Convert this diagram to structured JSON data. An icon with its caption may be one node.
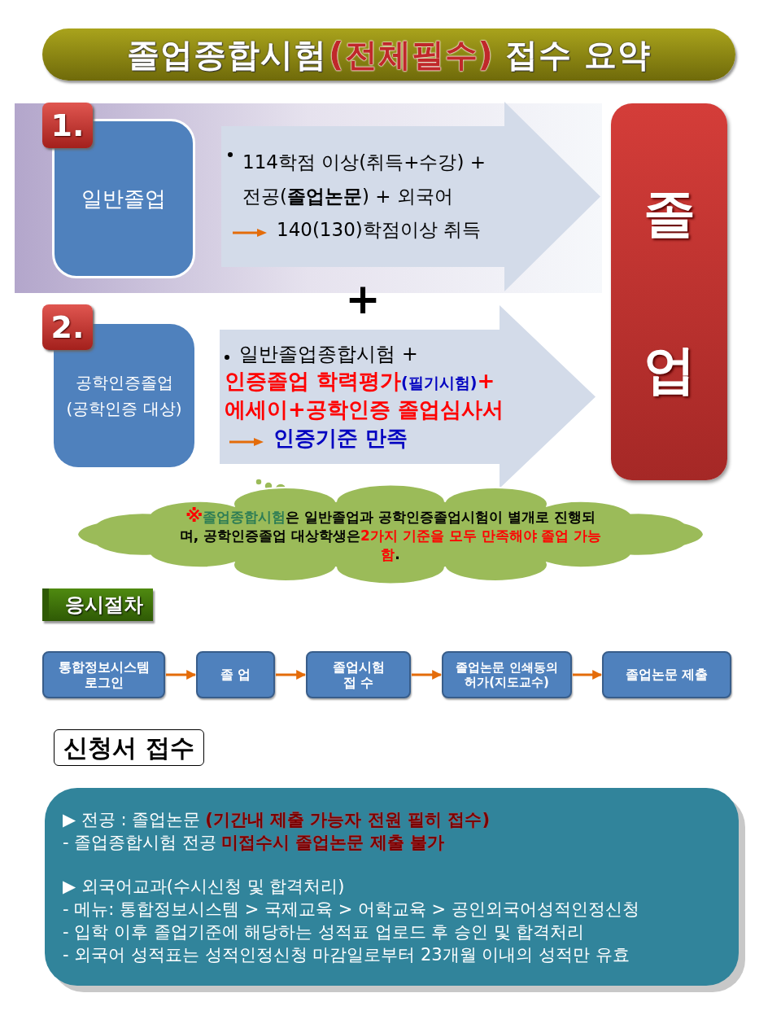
{
  "diagram": {
    "nodes": [
      {
        "text": [
          "졸업종합시험",
          "(전체필수)",
          "접수 요약"
        ]
      },
      {
        "text": [
          "1."
        ]
      },
      {
        "text": [
          "일반졸업"
        ]
      },
      {
        "text": [
          "114학점 이상(취득+수강) + 전공(**졸업논문**) + 외국어",
          "140(130)학점이상 취득"
        ]
      },
      {
        "text": [
          "2."
        ]
      },
      {
        "text": [
          "공학인증졸업 (공학인증 대상)"
        ]
      },
      {
        "text": [
          "일반졸업종합시험 +",
          "인증졸업 학력평가",
          "(필기시험)",
          "+",
          "에세이+공학인증 졸업심사서",
          "인증기준 만족"
        ]
      },
      {
        "text": [
          "졸",
          "업"
        ]
      },
      {
        "text": [
          "※",
          "졸업종합시험",
          "은 일반졸업과 공학인증졸업시험이 별개로 진행되며, 공학인증졸업 대상학생은",
          "2가지 기준을 모두 만족해야 졸업 가능함",
          "."
        ]
      },
      {
        "text": [
          "통합정보시스템 로그인"
        ]
      },
      {
        "text": [
          "졸 업"
        ]
      },
      {
        "text": [
          "졸업시험 접 수"
        ]
      },
      {
        "text": [
          "졸업논문 인쇄동의 허가(지도교수)"
        ]
      },
      {
        "text": [
          "졸업논문 제출"
        ]
      },
      {
        "text": [
          "▶ 전공 : 졸업논문",
          "(기간내 제출 가능자 전원 필히 접수)",
          "- 졸업종합시험 전공",
          "미접수시 졸업논문 제출 불가",
          "▶ 외국어교과(수시신청 및 합격처리)",
          "- 메뉴: 통합정보시스템 > 국제교육 > 어학교육 > 공인외국어성적인정신청",
          "- 입학 이후 졸업기준에 해당하는 성적표 업로드 후 승인 및 합격처리",
          "- 외국어 성적표는 성적인정신청 마감일로부터 23개월 이내의 성적만 유효"
        ]
      }
    ],
    "edges": [
      {
        "from": 9,
        "to": 10,
        "arrow": "to"
      },
      {
        "from": 10,
        "to": 11,
        "arrow": "to"
      },
      {
        "from": 11,
        "to": 12,
        "arrow": "to"
      },
      {
        "from": 12,
        "to": 13,
        "arrow": "to"
      }
    ],
    "labels": [
      "+",
      "응시절차",
      "신청서 접수"
    ]
  }
}
